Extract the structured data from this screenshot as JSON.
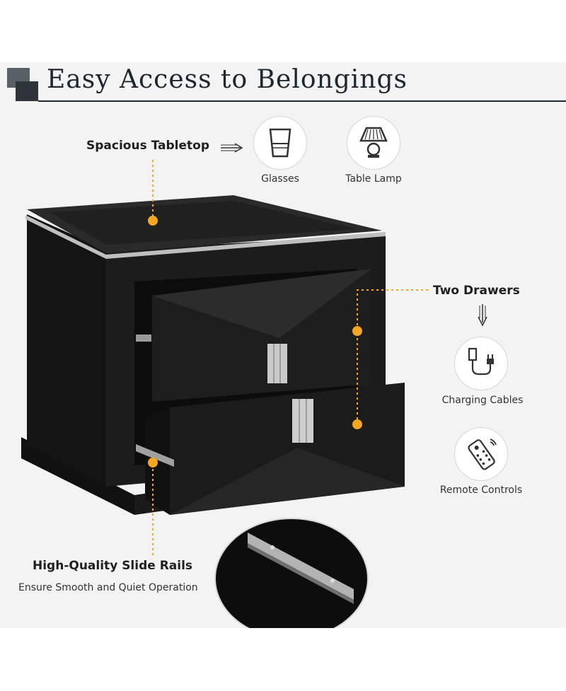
{
  "title": "Easy Access to Belongings",
  "callouts": {
    "tabletop": "Spacious Tabletop",
    "drawers": "Two Drawers",
    "rails": "High-Quality Slide Rails",
    "rails_sub": "Ensure Smooth and Quiet Operation"
  },
  "icons": [
    {
      "label": "Glasses",
      "icon": "glass-icon"
    },
    {
      "label": "Table Lamp",
      "icon": "lamp-icon"
    },
    {
      "label": "Charging Cables",
      "icon": "cable-icon"
    },
    {
      "label": "Remote Controls",
      "icon": "remote-icon"
    }
  ],
  "colors": {
    "accent": "#f5a623",
    "furniture": "#151515",
    "title": "#1d2730"
  }
}
